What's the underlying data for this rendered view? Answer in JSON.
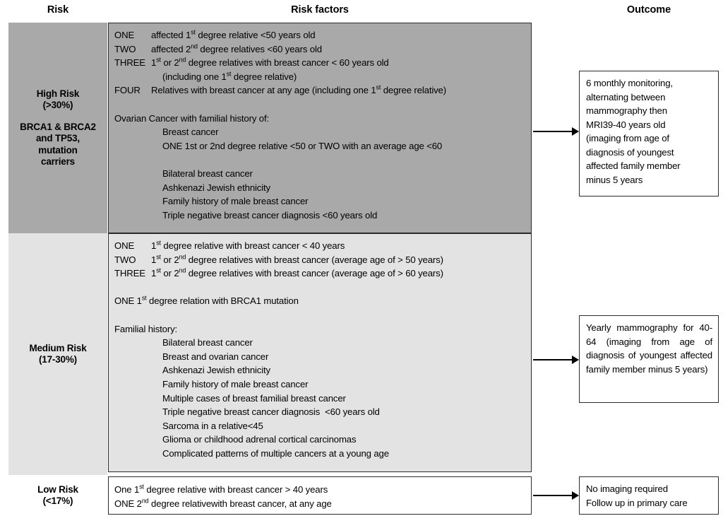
{
  "headers": {
    "risk": "Risk",
    "risk_factors": "Risk factors",
    "outcome": "Outcome"
  },
  "colors": {
    "high_risk_fill": "#a9a9a9",
    "medium_risk_fill": "#e3e3e3",
    "low_risk_fill": "#ffffff",
    "border": "#2b2b2b",
    "text": "#000000"
  },
  "rows": {
    "high": {
      "risk_label_line1": "High Risk",
      "risk_label_line2": "(>30%)",
      "risk_label_line3": "BRCA1 & BRCA2",
      "risk_label_line4": "and TP53,",
      "risk_label_line5": "mutation",
      "risk_label_line6": "carriers",
      "factors": {
        "l1_tag": "ONE",
        "l1_text_a": "affected 1",
        "l1_sup": "st",
        "l1_text_b": " degree relative <50 years old",
        "l2_tag": "TWO",
        "l2_text_a": "affected 2",
        "l2_sup": "nd",
        "l2_text_b": " degree relatives <60 years old",
        "l3_tag": "THREE",
        "l3_text_a": "1",
        "l3_sup1": "st",
        "l3_text_b": " or 2",
        "l3_sup2": "nd",
        "l3_text_c": " degree relatives with breast cancer < 60 years old",
        "l4_text_a": "(including one 1",
        "l4_sup": "st",
        "l4_text_b": " degree relative)",
        "l5_tag": "FOUR",
        "l5_text_a": "Relatives with breast cancer at any age (including one 1",
        "l5_sup": "st",
        "l5_text_b": " degree relative)",
        "l6": "Ovarian Cancer with familial history of:",
        "l7": "Breast cancer",
        "l8": "ONE 1st or 2nd degree relative <50 or TWO with an average age <60",
        "l9": "Bilateral breast cancer",
        "l10": "Ashkenazi Jewish ethnicity",
        "l11": "Family history of male breast cancer",
        "l12": "Triple negative breast cancer diagnosis <60 years old"
      },
      "outcome": {
        "o1": "6 monthly monitoring,",
        "o2": "alternating between",
        "o3": "mammography then",
        "o4": "MRI39-40 years old",
        "o5": "(imaging from age of",
        "o6": "diagnosis of youngest",
        "o7": "affected family member",
        "o8": "minus 5 years"
      }
    },
    "medium": {
      "risk_label_line1": "Medium Risk",
      "risk_label_line2": "(17-30%)",
      "factors": {
        "l1_tag": "ONE",
        "l1_text_a": "1",
        "l1_sup": "st",
        "l1_text_b": " degree relative with breast cancer < 40 years",
        "l2_tag": "TWO",
        "l2_text_a": "1",
        "l2_sup1": "st",
        "l2_text_b": " or 2",
        "l2_sup2": "nd",
        "l2_text_c": " degree relatives with breast cancer (average age of > 50 years)",
        "l3_tag": "THREE",
        "l3_text_a": "1",
        "l3_sup1": "st",
        "l3_text_b": " or 2",
        "l3_sup2": "nd",
        "l3_text_c": " degree relatives with breast cancer (average age of > 60 years)",
        "l4_text_a": "ONE 1",
        "l4_sup": "st",
        "l4_text_b": " degree relation with BRCA1 mutation",
        "l5": "Familial history:",
        "l6": "Bilateral breast cancer",
        "l7": "Breast and ovarian cancer",
        "l8": "Ashkenazi Jewish ethnicity",
        "l9": "Family history of male breast cancer",
        "l10": "Multiple cases of breast familial breast cancer",
        "l11": "Triple negative breast cancer diagnosis  <60 years old",
        "l12": "Sarcoma in a relative<45",
        "l13": "Glioma or childhood adrenal cortical carcinomas",
        "l14": "Complicated patterns of multiple cancers at a young age"
      },
      "outcome": {
        "text": "Yearly mammography for 40-64 (imaging from age of diagnosis of youngest affected family member minus 5 years)"
      }
    },
    "low": {
      "risk_label_line1": "Low Risk",
      "risk_label_line2": "(<17%)",
      "factors": {
        "l1_text_a": "One 1",
        "l1_sup": "st",
        "l1_text_b": " degree relative with breast cancer > 40 years",
        "l2_text_a": "ONE 2",
        "l2_sup": "nd",
        "l2_text_b": " degree relativewith breast cancer, at any age"
      },
      "outcome": {
        "o1": "No imaging required",
        "o2": "Follow up in primary care"
      }
    }
  }
}
